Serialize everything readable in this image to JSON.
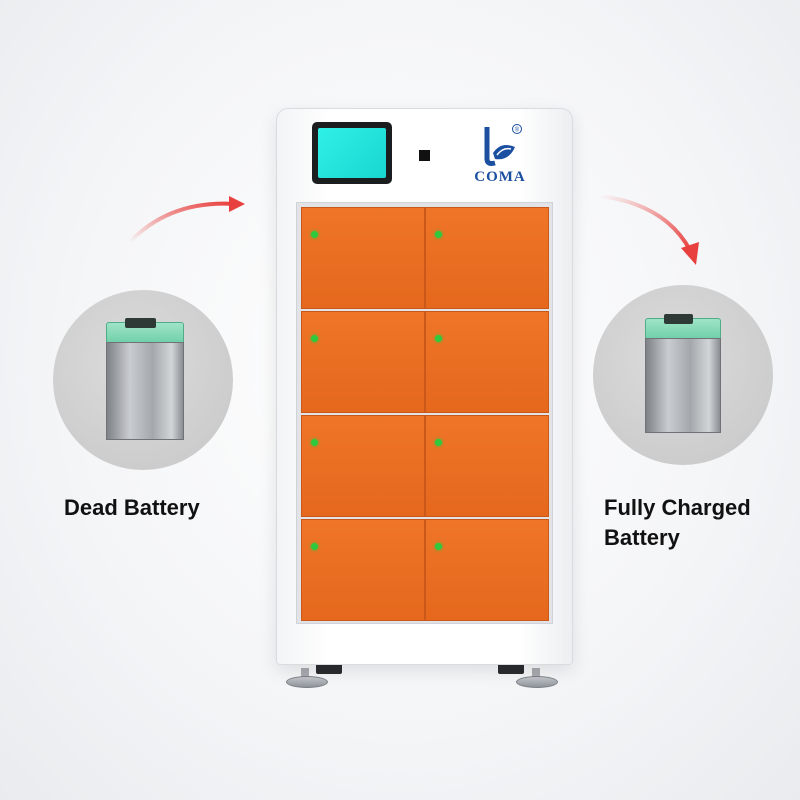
{
  "brand": {
    "name": "COMA",
    "registered_mark": "®",
    "color": "#1b4fa0"
  },
  "labels": {
    "dead_battery": "Dead Battery",
    "charged_line1": "Fully Charged",
    "charged_line2": "Battery"
  },
  "cabinet": {
    "door_color": "#e96b21",
    "led_color": "#2ec93c",
    "screen_color": "#22e3dc",
    "door_rows": 4,
    "door_columns": 2
  },
  "arrow_color": "#e8403e"
}
